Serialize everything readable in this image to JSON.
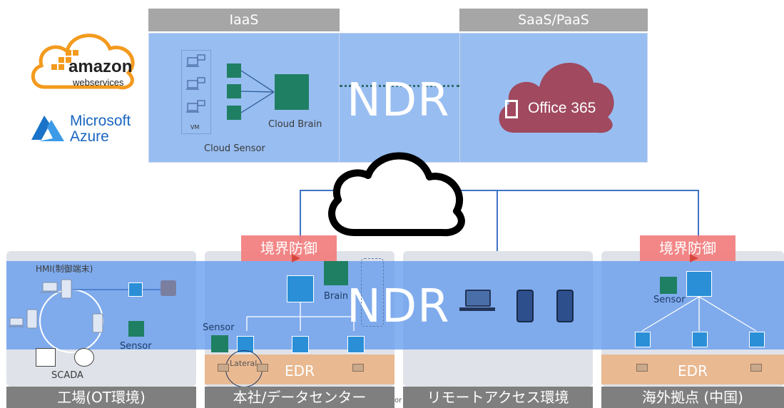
{
  "top": {
    "iaas_header": "IaaS",
    "saas_header": "SaaS/PaaS",
    "ndr_label": "NDR",
    "cloud_brain_label": "Cloud Brain",
    "cloud_sensor_label": "Cloud Sensor",
    "vm_label": "VM",
    "office365_label": "Office 365"
  },
  "logos": {
    "amazon_word": "amazon",
    "amazon_sub": "webservices",
    "azure_line1": "Microsoft",
    "azure_line2": "Azure"
  },
  "middle": {
    "boundary_left": "境界防御",
    "boundary_right": "境界防御",
    "ndr_label": "NDR"
  },
  "factory": {
    "hmi_label": "HMI(制御端末)",
    "sensor_label": "Sensor",
    "scada_label": "SCADA",
    "site_label": "工場(OT環境)"
  },
  "hq": {
    "brain_label": "Brain",
    "sensor_label": "Sensor",
    "lateral_label": "Lateral",
    "edr_label": "EDR",
    "site_label": "本社/データセンター",
    "stray_text": "or"
  },
  "remote": {
    "site_label": "リモートアクセス環境"
  },
  "overseas": {
    "sensor_label": "Sensor",
    "edr_label": "EDR",
    "site_label": "海外拠点 (中国)"
  },
  "colors": {
    "ndr_band": "#5f98ee",
    "boundary": "#f27d7d",
    "edr": "#e9b991",
    "vectra_green": "#1f7f62",
    "switch_blue": "#2a8fd6",
    "office_maroon": "#a0495f"
  }
}
